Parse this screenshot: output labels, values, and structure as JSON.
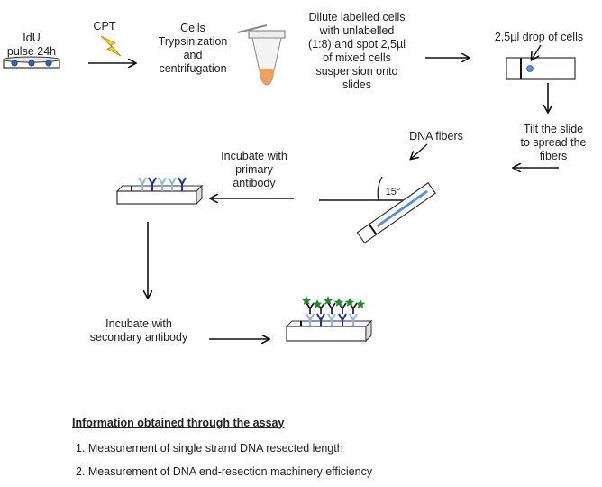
{
  "step1": {
    "label_line1": "IdU",
    "label_line2": "pulse 24h"
  },
  "step2": {
    "label": "CPT"
  },
  "step3": {
    "line1": "Cells",
    "line2": "Trypsinization",
    "line3": "and",
    "line4": "centrifugation"
  },
  "step4": {
    "line1": "Dilute labelled cells",
    "line2": "with unlabelled",
    "line3": "(1:8) and spot 2,5µl",
    "line4": "of mixed cells",
    "line5": "suspension onto",
    "line6": "slides"
  },
  "step5": {
    "label": "2,5µl drop of cells"
  },
  "step6": {
    "line1": "Tilt the slide",
    "line2": "to spread the",
    "line3": "fibers"
  },
  "step7": {
    "fibers_label": "DNA fibers",
    "angle_label": "15°"
  },
  "step8": {
    "line1": "Incubate with",
    "line2": "primary",
    "line3": "antibody"
  },
  "step9": {
    "line1": "Incubate with",
    "line2": "secondary antibody"
  },
  "info": {
    "title": "Information obtained through the assay",
    "items": [
      "1.  Measurement of single strand DNA resected length",
      "2.  Measurement of DNA end-resection machinery efficiency"
    ]
  },
  "colors": {
    "arrow": "#111111",
    "bolt": "#f2d21b",
    "liquid": "#f0a05a",
    "drop": "#5b8fd8",
    "fiber": "#5b8fd8",
    "ab_light": "#8fb5e3",
    "ab_dark": "#1a2fa8",
    "secondary_star": "#1f8a2a"
  }
}
